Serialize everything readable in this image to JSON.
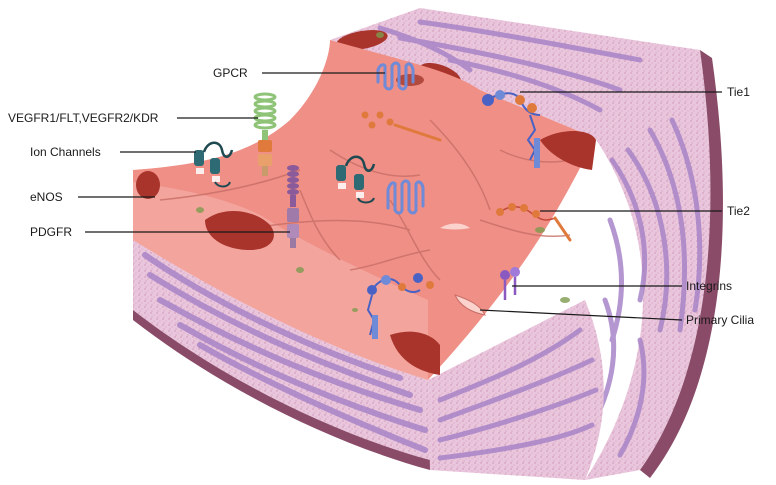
{
  "labels": {
    "gpcr": "GPCR",
    "vegfr": "VEGFR1/FLT,VEGFR2/KDR",
    "ion_channels": "Ion Channels",
    "enos": "eNOS",
    "pdgfr": "PDGFR",
    "tie1": "Tie1",
    "tie2": "Tie2",
    "integrins": "Integrins",
    "primary_cilia": "Primary Cilia"
  },
  "colors": {
    "lumen": "#ef8f86",
    "endothelium": "#f5b8b0",
    "media": "#e9c2de",
    "media_bands": "#a884c8",
    "outer_wall": "#8a4b68",
    "nucleus": "#a8342c",
    "receptor_blue": "#4a62c4",
    "receptor_orange": "#e07a3c",
    "receptor_purple": "#8a5a9a",
    "ion_channel": "#2e6a74",
    "vegfr_green": "#8fc478"
  }
}
